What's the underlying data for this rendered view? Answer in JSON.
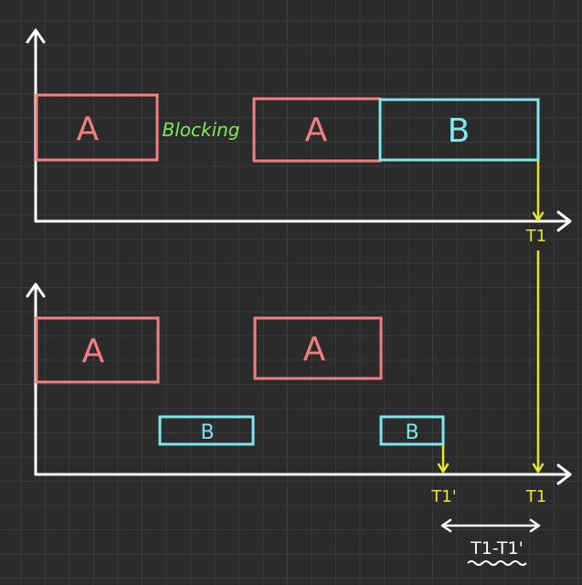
{
  "colors": {
    "axis": "#ffffff",
    "task_a": "#f08080",
    "task_b": "#7fe6ee",
    "blocking": "#7ee85a",
    "marker": "#e6e62e"
  },
  "top_diagram": {
    "block1_label": "A",
    "blocking_label": "Blocking",
    "block2_label": "A",
    "block3_label": "B",
    "end_label": "T1"
  },
  "bottom_diagram": {
    "block1_label": "A",
    "block2_label": "A",
    "block3_label": "B",
    "block4_label": "B",
    "end_label_early": "T1'",
    "end_label": "T1",
    "difference_label": "T1-T1'"
  }
}
